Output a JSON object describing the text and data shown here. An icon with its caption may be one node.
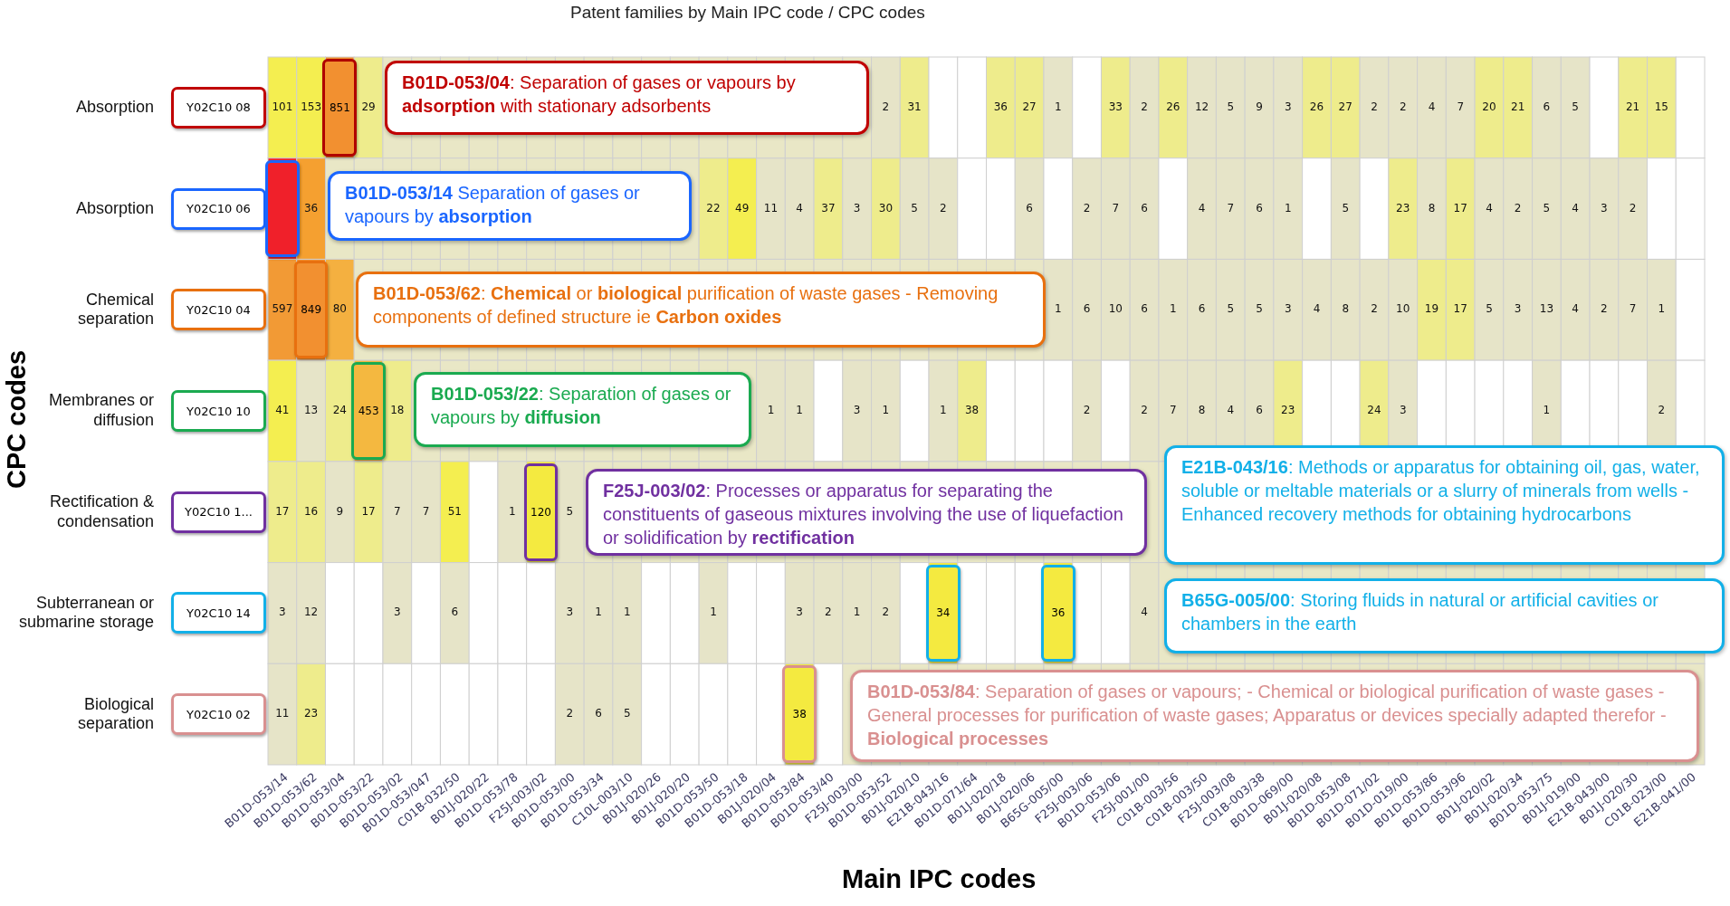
{
  "diagram": {
    "title": "Patent families by Main IPC code / CPC codes",
    "nodes": [
      {
        "text": [
          "Y02C10 08"
        ]
      },
      {
        "text": [
          "851"
        ]
      },
      {
        "text": [
          "**B01D-053/04**: Separation of gases or vapours by **adsorption** with stationary adsorbents"
        ]
      },
      {
        "text": [
          "Y02C10 06"
        ]
      },
      {
        "text": [],
        "shape": "box"
      },
      {
        "text": [
          "**B01D-053/14** Separation of gases or vapours by **absorption**"
        ]
      },
      {
        "text": [
          "Y02C10 04"
        ]
      },
      {
        "text": [
          "849"
        ]
      },
      {
        "text": [
          "**B01D-053/62**: **Chemical** or **biological** purification of waste gases - Removing components of defined structure ie **Carbon oxides**"
        ]
      },
      {
        "text": [
          "Y02C10 10"
        ]
      },
      {
        "text": [
          "453"
        ]
      },
      {
        "text": [
          "**B01D-053/22**: Separation of gases or vapours by **diffusion**"
        ]
      },
      {
        "text": [
          "Y02C10 1..."
        ]
      },
      {
        "text": [
          "120"
        ]
      },
      {
        "text": [
          "**F25J-003/02**: Processes or apparatus for separating the constituents of gaseous mixtures involving the use of liquefaction or solidification by **rectification**"
        ]
      },
      {
        "text": [
          "**E21B-043/16**: Methods or apparatus for obtaining oil, gas, water, soluble or meltable materials or a slurry of minerals from wells - Enhanced recovery methods for obtaining hydrocarbons"
        ]
      },
      {
        "text": [
          "Y02C10 14"
        ]
      },
      {
        "text": [
          "34"
        ]
      },
      {
        "text": [
          "36"
        ]
      },
      {
        "text": [
          "**B65G-005/00**: Storing fluids in natural or artificial cavities or chambers in the earth"
        ]
      },
      {
        "text": [
          "Y02C10 02"
        ]
      },
      {
        "text": [
          "38"
        ]
      },
      {
        "text": [
          "**B01D-053/84**: Separation of gases or vapours; - Chemical or biological purification of waste gases - General processes for purification of waste gases; Apparatus or devices specially adapted therefor - **Biological processes**"
        ]
      }
    ],
    "labels": [
      "CPC codes",
      "Absorption",
      "101",
      "153",
      "29",
      "2",
      "31",
      "36",
      "27",
      "1",
      "33",
      "2",
      "26",
      "12",
      "5",
      "9",
      "3",
      "26",
      "27",
      "2",
      "2",
      "4",
      "7",
      "20",
      "21",
      "6",
      "5",
      "21",
      "15",
      "Absorption",
      "36",
      "22",
      "49",
      "11",
      "4",
      "37",
      "3",
      "30",
      "5",
      "2",
      "6",
      "2",
      "7",
      "6",
      "4",
      "7",
      "6",
      "1",
      "5",
      "23",
      "8",
      "17",
      "4",
      "2",
      "5",
      "4",
      "3",
      "2",
      "Chemical separation",
      "597",
      "80",
      "1",
      "6",
      "10",
      "6",
      "1",
      "6",
      "5",
      "5",
      "3",
      "4",
      "8",
      "2",
      "10",
      "19",
      "17",
      "5",
      "3",
      "13",
      "4",
      "2",
      "7",
      "1",
      "Membranes or diffusion",
      "41",
      "13",
      "24",
      "18",
      "1",
      "1",
      "3",
      "1",
      "1",
      "38",
      "2",
      "2",
      "7",
      "8",
      "4",
      "6",
      "23",
      "24",
      "3",
      "1",
      "2",
      "Rectification & condensation",
      "17",
      "16",
      "9",
      "17",
      "7",
      "7",
      "51",
      "1",
      "5",
      "Subterranean or submarine storage",
      "3",
      "12",
      "3",
      "6",
      "3",
      "1",
      "1",
      "1",
      "3",
      "2",
      "1",
      "2",
      "4",
      "Biological separation",
      "11",
      "23",
      "2",
      "6",
      "5",
      "B01D-053/14",
      "B01D-053/62",
      "B01D-053/04",
      "B01D-053/22",
      "B01D-053/02",
      "B01D-053/047",
      "C01B-032/50",
      "B01J-020/22",
      "B01D-053/78",
      "F25J-003/02",
      "B01D-053/00",
      "B01D-053/34",
      "C10L-003/10",
      "B01J-020/26",
      "B01J-020/20",
      "B01D-053/50",
      "B01D-053/18",
      "B01J-020/04",
      "B01D-053/84",
      "B01D-053/40",
      "F25J-003/00",
      "B01D-053/52",
      "B01J-020/10",
      "E21B-043/16",
      "B01D-071/64",
      "B01J-020/18",
      "B01J-020/06",
      "B65G-005/00",
      "F25J-003/06",
      "B01D-053/06",
      "F25J-001/00",
      "C01B-003/56",
      "C01B-003/50",
      "F25J-003/08",
      "C01B-003/38",
      "B01D-069/00",
      "B01J-020/08",
      "B01D-053/08",
      "B01D-071/02",
      "B01D-019/00",
      "B01D-053/86",
      "B01D-053/96",
      "B01J-020/02",
      "B01J-020/34",
      "B01D-053/75",
      "B01J-019/00",
      "E21B-043/00",
      "B01J-020/30",
      "C01B-023/00",
      "E21B-041/00",
      "Main IPC codes"
    ]
  }
}
